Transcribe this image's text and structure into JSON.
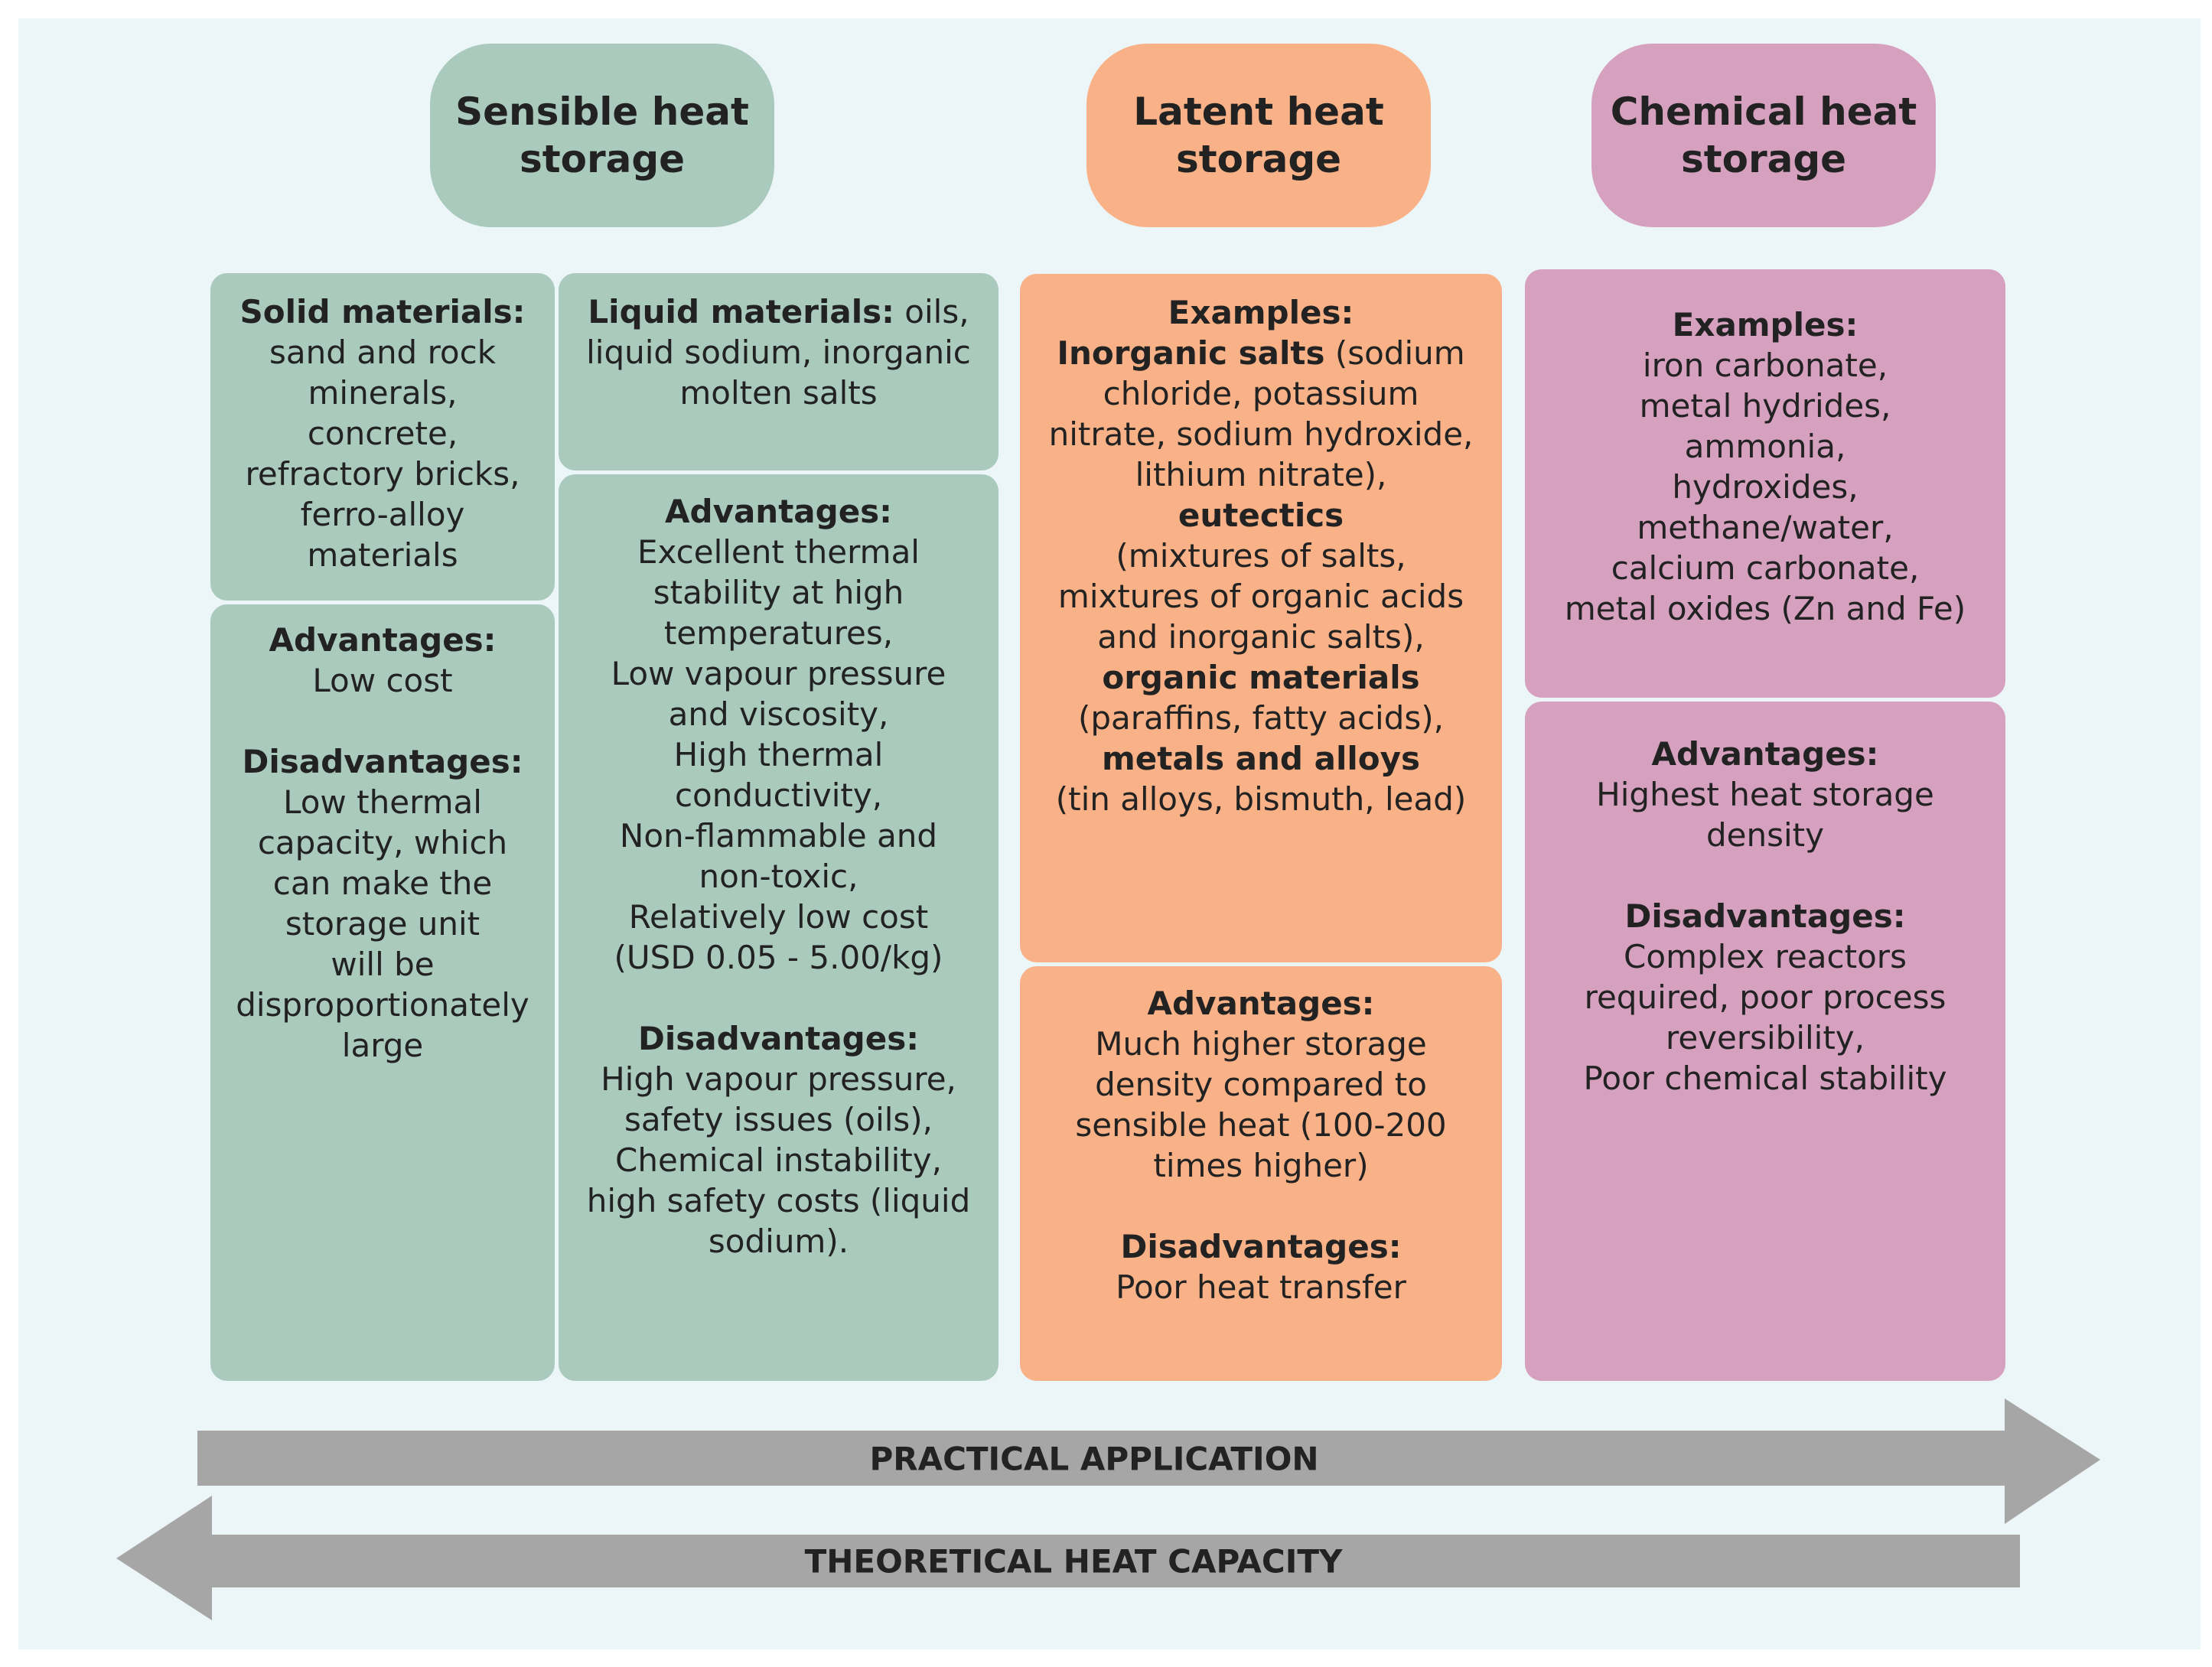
{
  "headers": {
    "sensible": "Sensible heat storage",
    "latent": "Latent heat storage",
    "chemical": "Chemical heat storage"
  },
  "solid": {
    "title": "Solid materials:",
    "lines": [
      "sand and rock",
      "minerals,",
      "concrete,",
      "refractory bricks,",
      "ferro-alloy",
      "materials"
    ]
  },
  "solid_pros": {
    "adv_title": "Advantages:",
    "adv_lines": [
      "Low cost"
    ],
    "dis_title": "Disadvantages:",
    "dis_lines": [
      "Low thermal",
      "capacity, which",
      "can make the",
      "storage unit",
      "will be",
      "disproportionately",
      "large"
    ]
  },
  "liquid": {
    "title": "Liquid materials:",
    "title_rest": " oils,",
    "lines": [
      "liquid sodium, inorganic",
      "molten salts"
    ]
  },
  "liquid_pros": {
    "adv_title": "Advantages:",
    "adv_lines": [
      "Excellent thermal",
      "stability at high",
      "temperatures,",
      "Low vapour pressure",
      "and viscosity,",
      "High thermal",
      "conductivity,",
      "Non-flammable and",
      "non-toxic,",
      "Relatively low cost",
      "(USD 0.05 - 5.00/kg)"
    ],
    "dis_title": "Disadvantages:",
    "dis_lines": [
      "High vapour pressure,",
      "safety issues (oils),",
      "Chemical instability,",
      "high safety costs (liquid",
      "sodium)."
    ]
  },
  "latent_examples": {
    "title": "Examples:",
    "l1_bold": "Inorganic salts",
    "l1_rest": " (sodium",
    "l2": "chloride, potassium",
    "l3": "nitrate, sodium hydroxide,",
    "l4": "lithium nitrate),",
    "l5_bold": "eutectics",
    "l6": "(mixtures of salts,",
    "l7": "mixtures of organic acids",
    "l8": "and inorganic salts),",
    "l9_bold": "organic materials",
    "l10": "(paraffins, fatty acids),",
    "l11_bold": "metals and alloys",
    "l12": "(tin alloys, bismuth, lead)"
  },
  "latent_pros": {
    "adv_title": "Advantages:",
    "adv_lines": [
      "Much higher storage",
      "density compared to",
      "sensible heat (100-200",
      "times higher)"
    ],
    "dis_title": "Disadvantages:",
    "dis_lines": [
      "Poor heat transfer"
    ]
  },
  "chemical_examples": {
    "title": "Examples:",
    "lines": [
      "iron carbonate,",
      "metal hydrides,",
      "ammonia,",
      "hydroxides,",
      "methane/water,",
      "calcium carbonate,",
      "metal oxides (Zn and Fe)"
    ]
  },
  "chemical_pros": {
    "adv_title": "Advantages:",
    "adv_lines": [
      "Highest heat storage",
      "density"
    ],
    "dis_title": "Disadvantages:",
    "dis_lines": [
      "Complex reactors",
      "required, poor process",
      "reversibility,",
      "Poor chemical stability"
    ]
  },
  "arrows": {
    "practical": "PRACTICAL APPLICATION",
    "theoretical": "THEORETICAL HEAT CAPACITY"
  },
  "colors": {
    "sensible": "#aacabd",
    "latent": "#f9b287",
    "chemical": "#d5a1bf",
    "arrow": "#a6a6a6",
    "background": "#ecf5f7"
  }
}
